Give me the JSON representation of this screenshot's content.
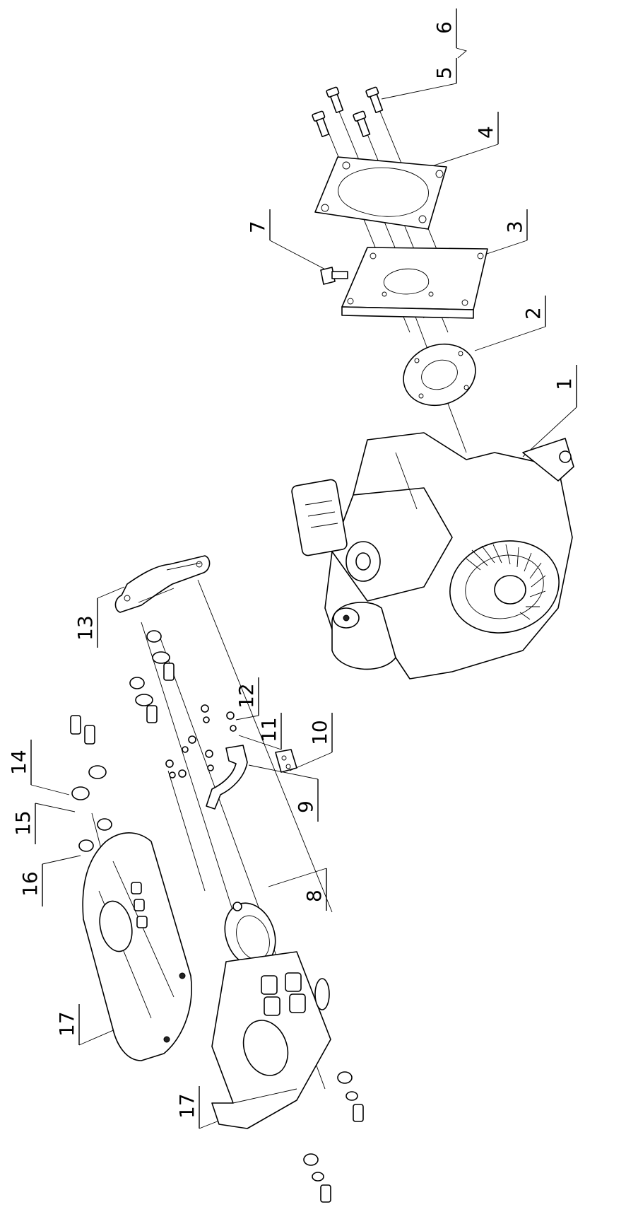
{
  "diagram": {
    "callouts": [
      {
        "id": "1",
        "label": "1"
      },
      {
        "id": "2",
        "label": "2"
      },
      {
        "id": "3",
        "label": "3"
      },
      {
        "id": "4",
        "label": "4"
      },
      {
        "id": "5",
        "label": "5"
      },
      {
        "id": "6",
        "label": "6"
      },
      {
        "id": "7",
        "label": "7"
      },
      {
        "id": "8",
        "label": "8"
      },
      {
        "id": "9",
        "label": "9"
      },
      {
        "id": "10",
        "label": "10"
      },
      {
        "id": "11",
        "label": "11"
      },
      {
        "id": "12",
        "label": "12"
      },
      {
        "id": "13",
        "label": "13"
      },
      {
        "id": "14",
        "label": "14"
      },
      {
        "id": "15",
        "label": "15"
      },
      {
        "id": "16",
        "label": "16"
      },
      {
        "id": "17a",
        "label": "17"
      },
      {
        "id": "17b",
        "label": "17"
      }
    ]
  }
}
